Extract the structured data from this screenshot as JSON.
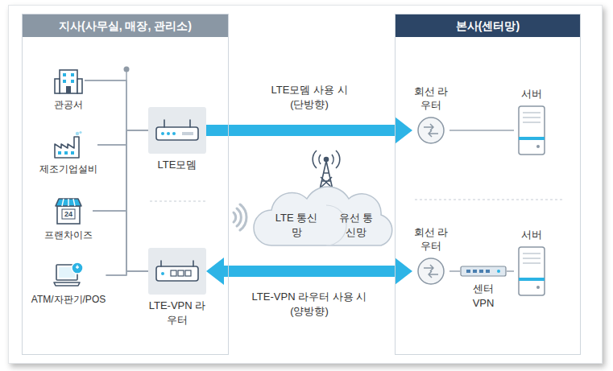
{
  "diagram": {
    "nodes": [
      {
        "text": [
          "지사(사무실, 매장, 관리소)"
        ]
      },
      {
        "text": [
          "관공서"
        ],
        "in": 0
      },
      {
        "text": [
          "제조기업설비"
        ],
        "in": 0
      },
      {
        "text": [
          "프랜차이즈"
        ],
        "in": 0
      },
      {
        "text": [
          "ATM/자판기/POS"
        ],
        "in": 0
      },
      {
        "text": [
          "LTE모뎀"
        ],
        "in": 0
      },
      {
        "text": [
          "LTE-VPN 라우터"
        ],
        "in": 0
      },
      {
        "text": [
          "LTE 통신망",
          "유선 통신망"
        ]
      },
      {
        "text": [
          "본사(센터망)"
        ]
      },
      {
        "text": [
          "회선 라우터"
        ],
        "in": 8
      },
      {
        "text": [
          "서버"
        ],
        "in": 8
      },
      {
        "text": [
          "회선 라우터"
        ],
        "in": 8
      },
      {
        "text": [
          "센터 VPN"
        ],
        "in": 8
      },
      {
        "text": [
          "서버"
        ],
        "in": 8
      }
    ],
    "edges": [
      {
        "from": 5,
        "to": 9,
        "arrow": "to",
        "label": "LTE모뎀 사용 시 (단방향)"
      },
      {
        "from": 6,
        "to": 11,
        "arrow": "both",
        "label": "LTE-VPN 라우터 사용 시 (양방향)"
      },
      {
        "from": 9,
        "to": 10,
        "arrow": "none"
      },
      {
        "from": 11,
        "to": 12,
        "arrow": "none"
      },
      {
        "from": 12,
        "to": 13,
        "arrow": "none"
      },
      {
        "from": 1,
        "to": 5,
        "arrow": "none"
      },
      {
        "from": 2,
        "to": 5,
        "arrow": "none"
      },
      {
        "from": 3,
        "to": 5,
        "arrow": "none"
      },
      {
        "from": 4,
        "to": 5,
        "arrow": "none"
      },
      {
        "from": 1,
        "to": 6,
        "arrow": "none"
      },
      {
        "from": 2,
        "to": 6,
        "arrow": "none"
      },
      {
        "from": 3,
        "to": 6,
        "arrow": "none"
      },
      {
        "from": 4,
        "to": 6,
        "arrow": "none"
      }
    ],
    "labels": [
      "24"
    ]
  }
}
